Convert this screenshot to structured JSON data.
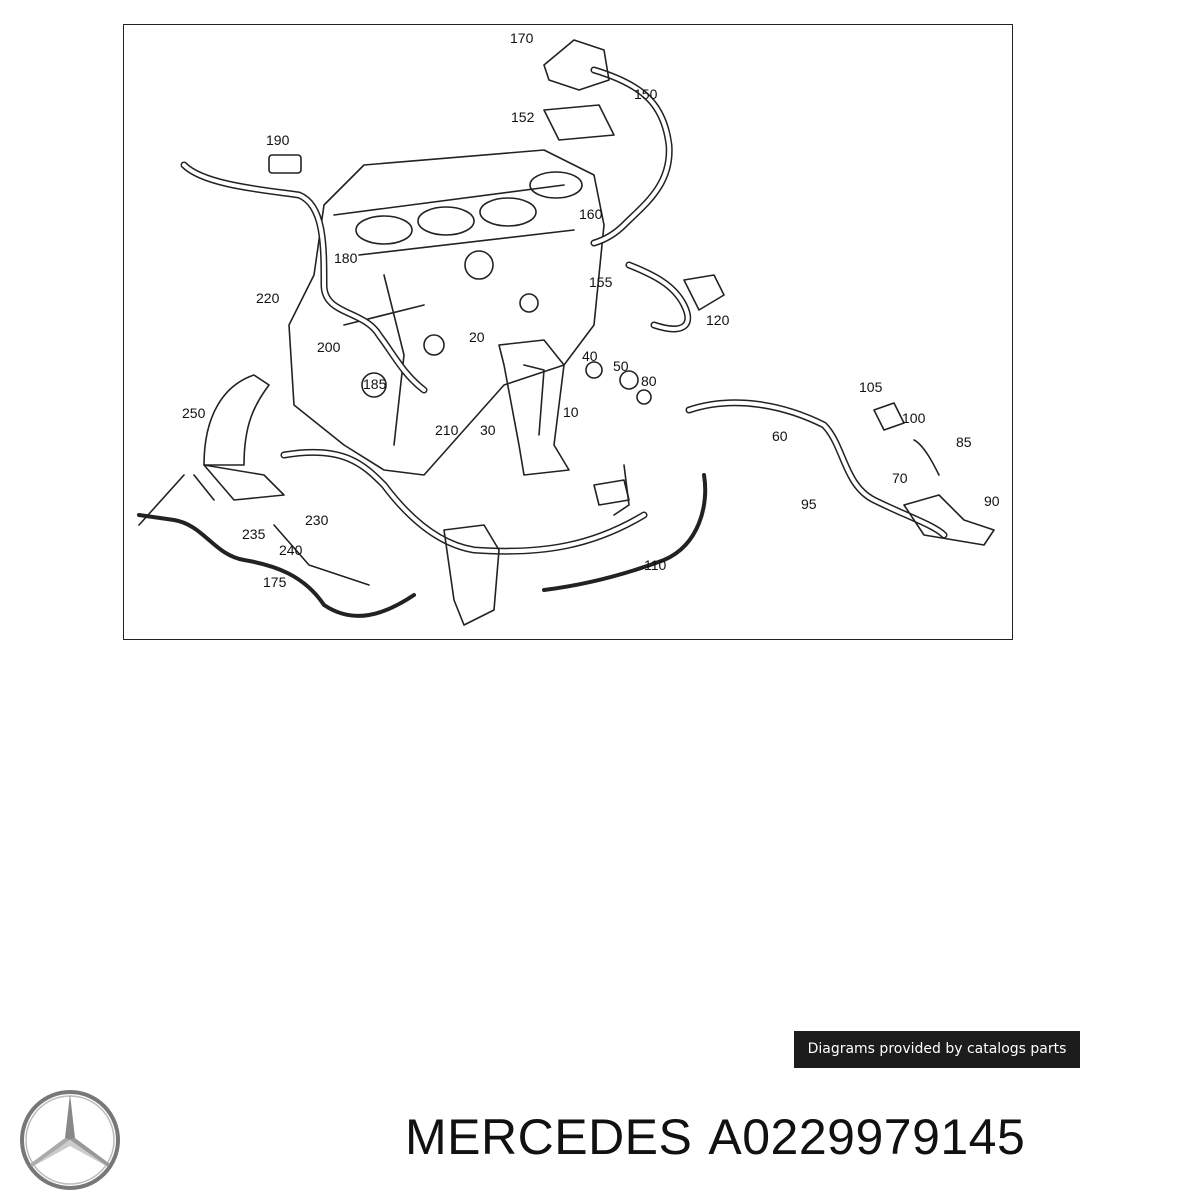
{
  "diagram": {
    "callouts": [
      {
        "id": "c170",
        "label": "170"
      },
      {
        "id": "c150",
        "label": "150"
      },
      {
        "id": "c152",
        "label": "152"
      },
      {
        "id": "c190",
        "label": "190"
      },
      {
        "id": "c160",
        "label": "160"
      },
      {
        "id": "c155",
        "label": "155"
      },
      {
        "id": "c180",
        "label": "180"
      },
      {
        "id": "c220",
        "label": "220"
      },
      {
        "id": "c120",
        "label": "120"
      },
      {
        "id": "c20",
        "label": "20"
      },
      {
        "id": "c200",
        "label": "200"
      },
      {
        "id": "c40",
        "label": "40"
      },
      {
        "id": "c50",
        "label": "50"
      },
      {
        "id": "c185",
        "label": "185"
      },
      {
        "id": "c80",
        "label": "80"
      },
      {
        "id": "c105",
        "label": "105"
      },
      {
        "id": "c250",
        "label": "250"
      },
      {
        "id": "c10",
        "label": "10"
      },
      {
        "id": "c100",
        "label": "100"
      },
      {
        "id": "c210",
        "label": "210"
      },
      {
        "id": "c30",
        "label": "30"
      },
      {
        "id": "c60",
        "label": "60"
      },
      {
        "id": "c85",
        "label": "85"
      },
      {
        "id": "c70",
        "label": "70"
      },
      {
        "id": "c90",
        "label": "90"
      },
      {
        "id": "c95",
        "label": "95"
      },
      {
        "id": "c230",
        "label": "230"
      },
      {
        "id": "c235",
        "label": "235"
      },
      {
        "id": "c240",
        "label": "240"
      },
      {
        "id": "c110",
        "label": "110"
      },
      {
        "id": "c175",
        "label": "175"
      }
    ]
  },
  "credit": "Diagrams provided by catalogs parts",
  "brand": "MERCEDES",
  "part_number": "A0229979145",
  "colors": {
    "line": "#222222",
    "badge": "#1c1c1c"
  },
  "logo_icon": "mercedes-star-icon"
}
